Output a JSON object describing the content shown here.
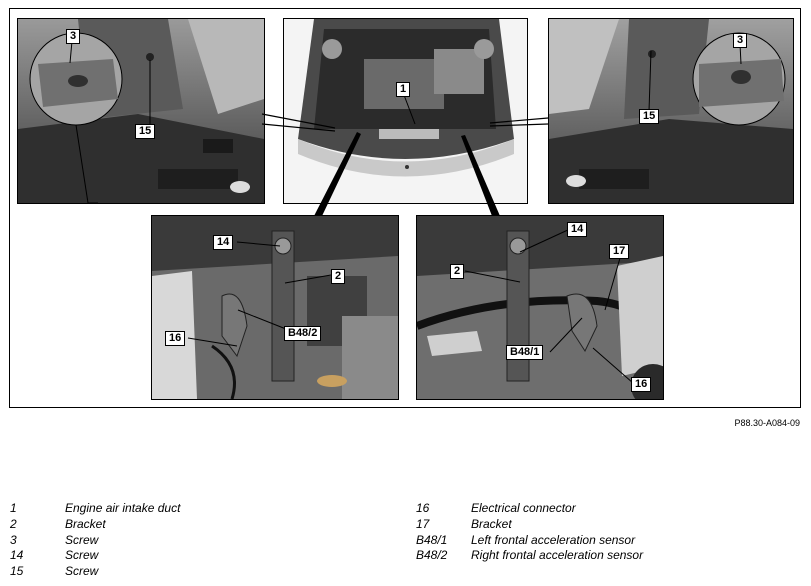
{
  "figure": {
    "code": "P88.30-A084-09",
    "callouts": {
      "top_left_3": "3",
      "top_left_15": "15",
      "top_center_1": "1",
      "top_right_3": "3",
      "top_right_15": "15",
      "bottom_left_14": "14",
      "bottom_left_2": "2",
      "bottom_left_16": "16",
      "bottom_left_b482": "B48/2",
      "bottom_right_14": "14",
      "bottom_right_2": "2",
      "bottom_right_17": "17",
      "bottom_right_b481": "B48/1",
      "bottom_right_16": "16"
    }
  },
  "legend": {
    "left": [
      {
        "num": "1",
        "text": "Engine air intake duct"
      },
      {
        "num": "2",
        "text": "Bracket"
      },
      {
        "num": "3",
        "text": "Screw"
      },
      {
        "num": "14",
        "text": "Screw"
      },
      {
        "num": "15",
        "text": "Screw"
      }
    ],
    "right": [
      {
        "num": "16",
        "text": "Electrical connector"
      },
      {
        "num": "17",
        "text": "Bracket"
      },
      {
        "num": "B48/1",
        "text": "Left frontal acceleration sensor"
      },
      {
        "num": "B48/2",
        "text": "Right frontal acceleration sensor"
      }
    ]
  }
}
